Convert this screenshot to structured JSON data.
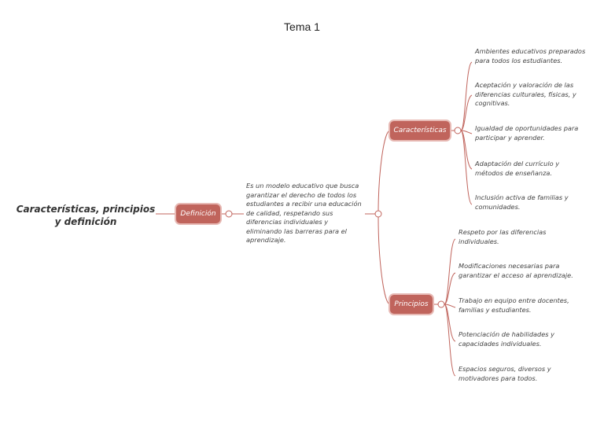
{
  "title": "Tema 1",
  "root": "Características, principios y definición",
  "definition": {
    "label": "Definición",
    "text": "Es un modelo educativo que busca garantizar el derecho de todos los estudiantes a recibir una educación de calidad, respetando sus diferencias individuales y eliminando las barreras para el aprendizaje."
  },
  "characteristics": {
    "label": "Características",
    "items": [
      "Ambientes educativos preparados para todos los estudiantes.",
      "Aceptación y valoración de las diferencias culturales, físicas, y cognitivas.",
      "Igualdad de oportunidades para participar y aprender.",
      "Adaptación del currículo y métodos de enseñanza.",
      "Inclusión activa de familias y comunidades."
    ]
  },
  "principles": {
    "label": "Principios",
    "items": [
      "Respeto por las diferencias individuales.",
      "Modificaciones necesarias para garantizar el acceso al aprendizaje.",
      "Trabajo en equipo entre docentes, familias y estudiantes.",
      "Potenciación de habilidades y capacidades individuales.",
      "Espacios seguros, diversos y motivadores para todos."
    ]
  },
  "colors": {
    "node": "#c0645c",
    "line": "#c0645c",
    "text": "#444444"
  }
}
